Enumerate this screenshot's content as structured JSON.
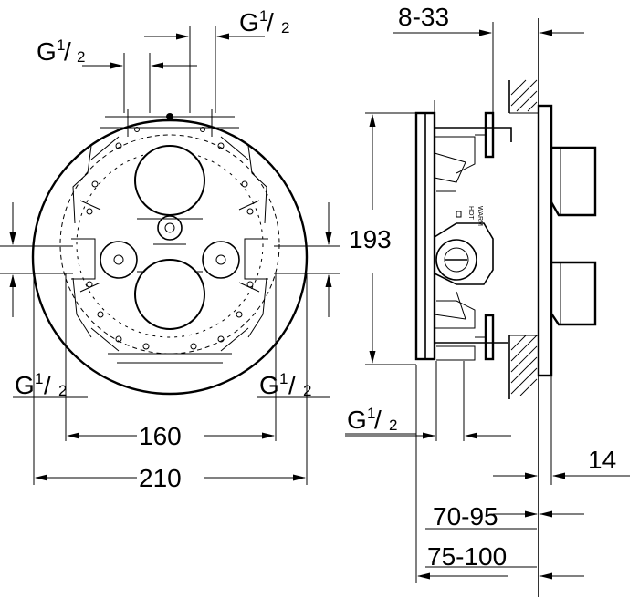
{
  "labels": {
    "thread": "G",
    "thread_num": "1",
    "thread_den": "2",
    "dim_160": "160",
    "dim_210": "210",
    "dim_193": "193",
    "dim_8_33": "8-33",
    "dim_14": "14",
    "dim_70_95": "70-95",
    "dim_75_100": "75-100",
    "marker_warm": "WARM",
    "marker_hot": "HOT"
  }
}
